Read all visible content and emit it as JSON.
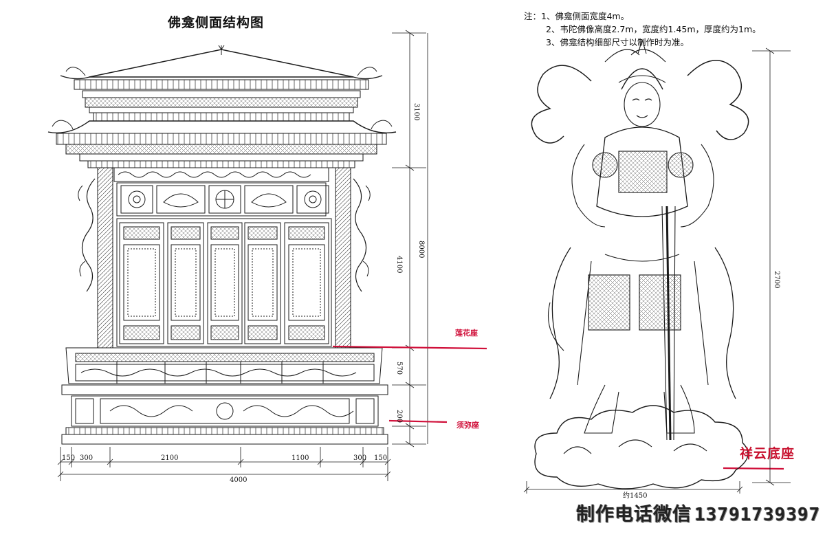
{
  "title": "佛龛侧面结构图",
  "notes": [
    "注：1、佛龛侧面宽度4m。",
    "2、韦陀佛像高度2.7m，宽度约1.45m，厚度约为1m。",
    "3、佛龛结构细部尺寸以制作时为准。"
  ],
  "labels": {
    "lotus_seat": "莲花座",
    "sumeru_seat": "须弥座",
    "cloud_base": "祥云底座"
  },
  "dimensions": {
    "vertical": [
      "3100",
      "4100",
      "8000",
      "570",
      "200",
      "2700"
    ],
    "horizontal": [
      "150",
      "300",
      "2100",
      "1100",
      "300",
      "150"
    ],
    "total_width": "4000",
    "statue_width": "约1450"
  },
  "contact": {
    "label": "制作电话微信",
    "phone": "13791739397"
  },
  "colors": {
    "line": "#1a1a1a",
    "accent_red": "#d0103a"
  }
}
